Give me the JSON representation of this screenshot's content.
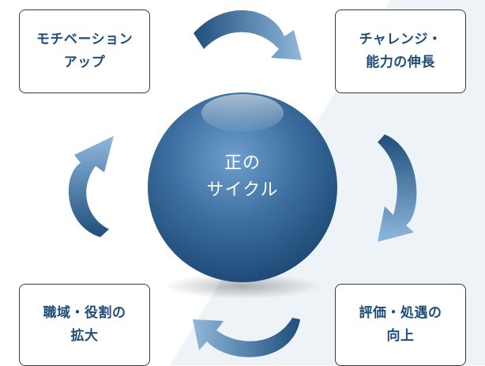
{
  "center": {
    "line1": "正の",
    "line2": "サイクル"
  },
  "boxes": {
    "top_left": {
      "line1": "モチベーション",
      "line2": "アップ"
    },
    "top_right": {
      "line1": "チャレンジ・",
      "line2": "能力の伸長"
    },
    "bottom_right": {
      "line1": "評価・処遇の",
      "line2": "向上"
    },
    "bottom_left": {
      "line1": "職域・役割の",
      "line2": "拡大"
    }
  },
  "colors": {
    "box_text": "#1f4e7a",
    "sphere_dark": "#163f6a",
    "sphere_light": "#5f90c0",
    "arrow_dark": "#1f4e7c",
    "arrow_light": "#8fb8dc",
    "panel": "#eef3f8"
  }
}
